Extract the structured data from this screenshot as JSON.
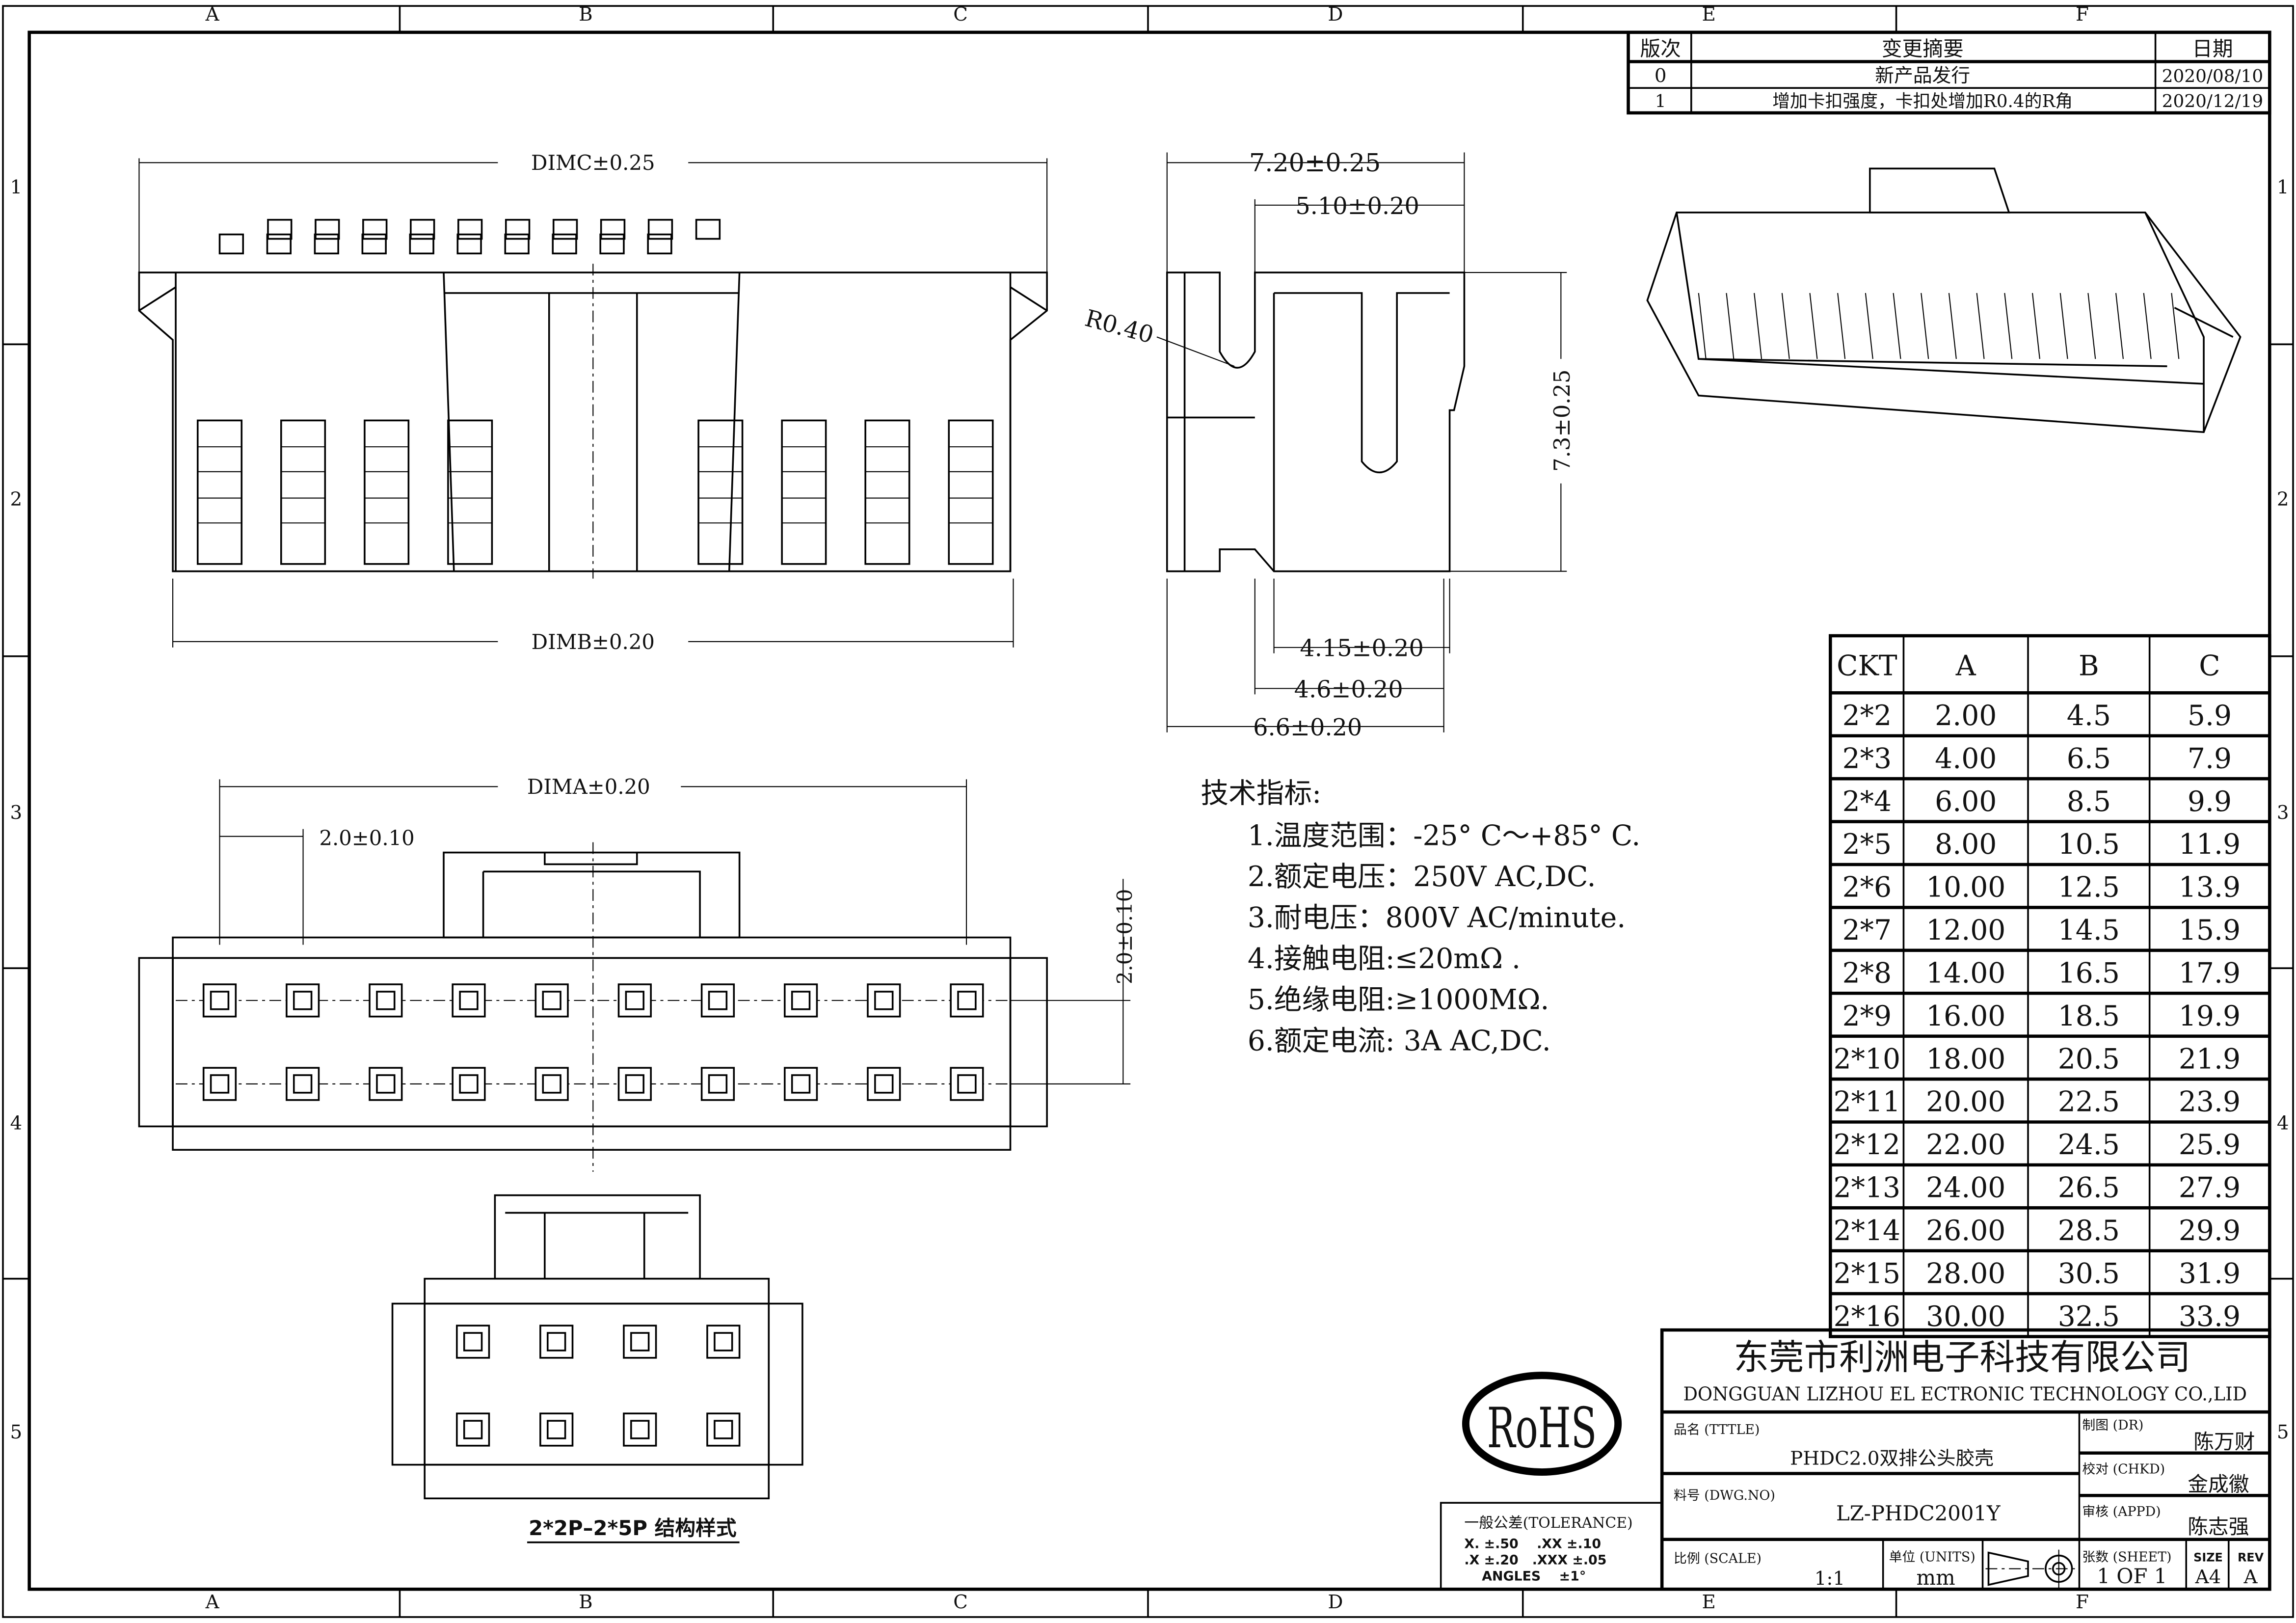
{
  "zones": {
    "columns": [
      "A",
      "B",
      "C",
      "D",
      "E",
      "F"
    ],
    "rows": [
      "1",
      "2",
      "3",
      "4",
      "5"
    ]
  },
  "revision_table": {
    "headers": [
      "版次",
      "变更摘要",
      "日期"
    ],
    "rows": [
      [
        "0",
        "新产品发行",
        "2020/08/10"
      ],
      [
        "1",
        "增加卡扣强度，卡扣处增加R0.4的R角",
        "2020/12/19"
      ]
    ]
  },
  "dimensions": {
    "dimc": "DIMC±0.25",
    "dimb": "DIMB±0.20",
    "dima": "DIMA±0.20",
    "pitch_h": "2.0±0.10",
    "pitch_v": "2.0±0.10",
    "width_total": "7.20±0.25",
    "width_inner": "5.10±0.20",
    "radius": "R0.40",
    "height": "7.3±0.25",
    "d415": "4.15±0.20",
    "d46": "4.6±0.20",
    "d66": "6.6±0.20"
  },
  "specs": {
    "title": "技术指标:",
    "items": [
      "1.温度范围：-25° C～+85° C.",
      "2.额定电压：250V AC,DC.",
      "3.耐电压：800V AC/minute.",
      "4.接触电阻:≤20mΩ .",
      "5.绝缘电阻:≥1000MΩ.",
      "6.额定电流: 3A AC,DC."
    ]
  },
  "ckt_table": {
    "headers": [
      "CKT",
      "A",
      "B",
      "C"
    ],
    "rows": [
      [
        "2*2",
        "2.00",
        "4.5",
        "5.9"
      ],
      [
        "2*3",
        "4.00",
        "6.5",
        "7.9"
      ],
      [
        "2*4",
        "6.00",
        "8.5",
        "9.9"
      ],
      [
        "2*5",
        "8.00",
        "10.5",
        "11.9"
      ],
      [
        "2*6",
        "10.00",
        "12.5",
        "13.9"
      ],
      [
        "2*7",
        "12.00",
        "14.5",
        "15.9"
      ],
      [
        "2*8",
        "14.00",
        "16.5",
        "17.9"
      ],
      [
        "2*9",
        "16.00",
        "18.5",
        "19.9"
      ],
      [
        "2*10",
        "18.00",
        "20.5",
        "21.9"
      ],
      [
        "2*11",
        "20.00",
        "22.5",
        "23.9"
      ],
      [
        "2*12",
        "22.00",
        "24.5",
        "25.9"
      ],
      [
        "2*13",
        "24.00",
        "26.5",
        "27.9"
      ],
      [
        "2*14",
        "26.00",
        "28.5",
        "29.9"
      ],
      [
        "2*15",
        "28.00",
        "30.5",
        "31.9"
      ],
      [
        "2*16",
        "30.00",
        "32.5",
        "33.9"
      ]
    ]
  },
  "small_view_caption": "2*2P–2*5P 结构样式",
  "rohs": "RoHS",
  "tolerance": {
    "title": "一般公差(TOLERANCE)",
    "line1": "X. ±.50    .XX ±.10",
    "line2": ".X ±.20   .XXX ±.05",
    "line3": "ANGLES    ±1°"
  },
  "title_block": {
    "company_cn": "东莞市利洲电子科技有限公司",
    "company_en": "DONGGUAN LIZHOU EL ECTRONIC TECHNOLOGY CO.,LID",
    "title_label": "品名 (TTTLE)",
    "title_value": "PHDC2.0双排公头胶壳",
    "dwg_label": "料号 (DWG.NO)",
    "dwg_value": "LZ-PHDC2001Y",
    "dr_label": "制图 (DR)",
    "dr_value": "陈万财",
    "chkd_label": "校对 (CHKD)",
    "chkd_value": "金成徽",
    "appd_label": "审核 (APPD)",
    "appd_value": "陈志强",
    "scale_label": "比例 (SCALE)",
    "scale_value": "1:1",
    "units_label": "单位 (UNITS)",
    "units_value": "mm",
    "sheet_label": "张数 (SHEET)",
    "sheet_value": "1 OF 1",
    "size_label": "SIZE",
    "size_value": "A4",
    "rev_label": "REV",
    "rev_value": "A"
  }
}
